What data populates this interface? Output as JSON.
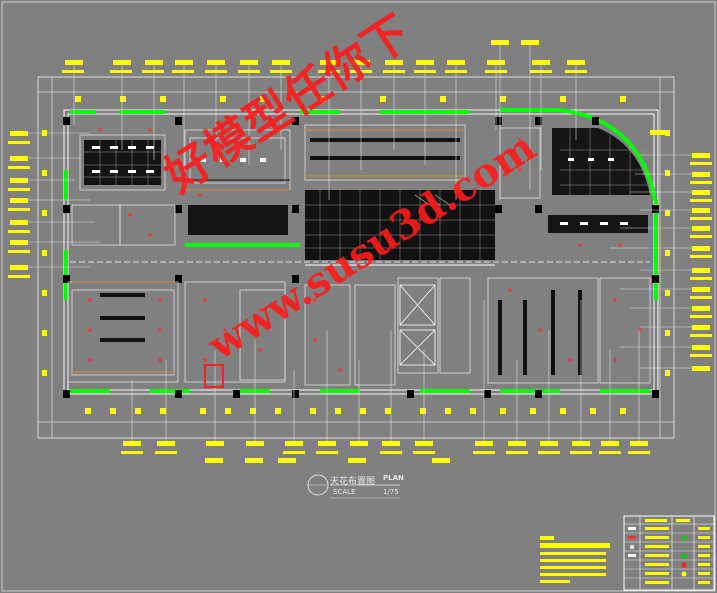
{
  "drawing": {
    "title": "天花布置图",
    "plan_label": "PLAN",
    "scale_label": "SCALE",
    "scale_value": "1/75"
  },
  "watermark": {
    "line1": "好模型任你下",
    "line2": "www.susu3d.com"
  },
  "colors": {
    "background": "#808080",
    "wall": "#00ff00",
    "tag": "#ffff00",
    "line": "#ffffff",
    "dark": "#101010",
    "red": "#ff2020",
    "column": "#000000",
    "watermark": "#ff1a1a"
  }
}
